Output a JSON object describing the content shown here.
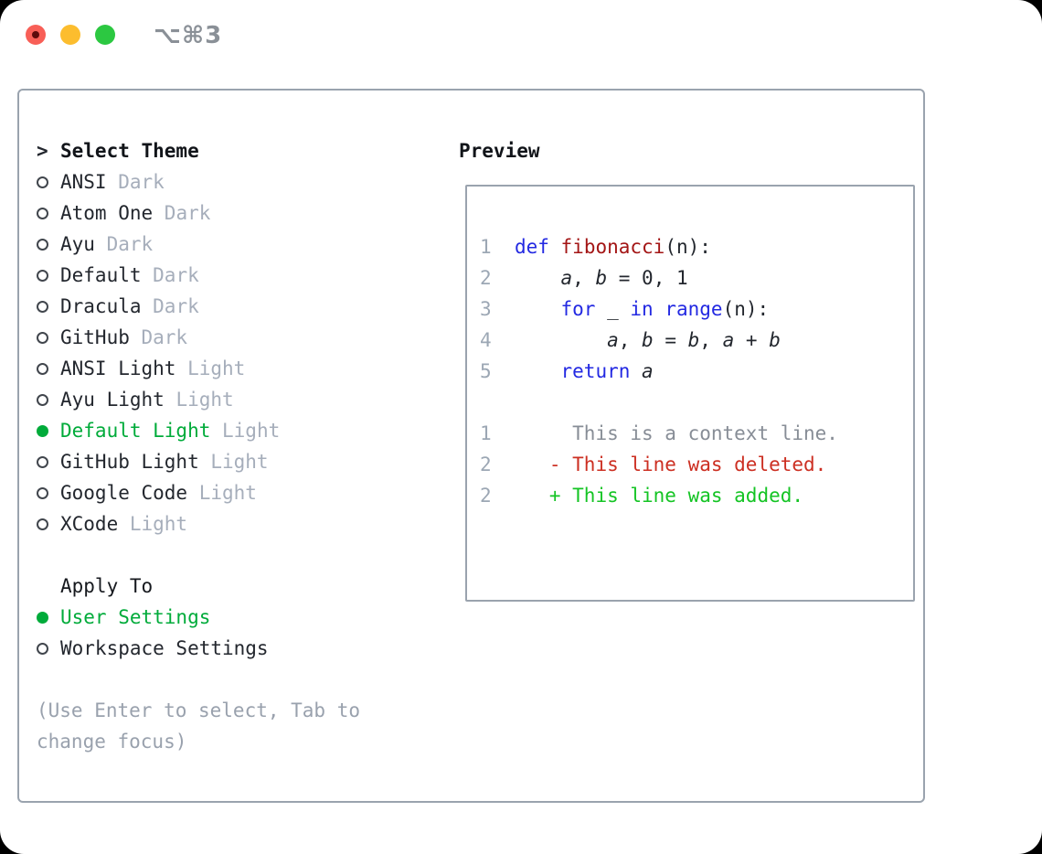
{
  "window": {
    "title": "⌥⌘3",
    "traffic_lights": [
      {
        "name": "close",
        "focused": true
      },
      {
        "name": "minimize",
        "focused": false
      },
      {
        "name": "zoom",
        "focused": false
      }
    ]
  },
  "theme_selector": {
    "header": {
      "prefix": ">",
      "label": "Select Theme"
    },
    "items": [
      {
        "name": "ANSI",
        "variant": "Dark",
        "selected": false
      },
      {
        "name": "Atom One",
        "variant": "Dark",
        "selected": false
      },
      {
        "name": "Ayu",
        "variant": "Dark",
        "selected": false
      },
      {
        "name": "Default",
        "variant": "Dark",
        "selected": false
      },
      {
        "name": "Dracula",
        "variant": "Dark",
        "selected": false
      },
      {
        "name": "GitHub",
        "variant": "Dark",
        "selected": false
      },
      {
        "name": "ANSI Light",
        "variant": "Light",
        "selected": false
      },
      {
        "name": "Ayu Light",
        "variant": "Light",
        "selected": false
      },
      {
        "name": "Default Light",
        "variant": "Light",
        "selected": true
      },
      {
        "name": "GitHub Light",
        "variant": "Light",
        "selected": false
      },
      {
        "name": "Google Code",
        "variant": "Light",
        "selected": false
      },
      {
        "name": "XCode",
        "variant": "Light",
        "selected": false
      }
    ]
  },
  "apply_to": {
    "header": "Apply To",
    "items": [
      {
        "label": "User Settings",
        "selected": true
      },
      {
        "label": "Workspace Settings",
        "selected": false
      }
    ]
  },
  "footer_hint": "(Use Enter to select, Tab to change focus)",
  "preview": {
    "header": "Preview",
    "code_lines": [
      {
        "num": "1",
        "tokens": [
          {
            "t": "def",
            "c": "kw"
          },
          {
            "t": " ",
            "c": ""
          },
          {
            "t": "fibonacci",
            "c": "fn"
          },
          {
            "t": "(n):",
            "c": ""
          }
        ]
      },
      {
        "num": "2",
        "tokens": [
          {
            "t": "    ",
            "c": ""
          },
          {
            "t": "a",
            "c": "var"
          },
          {
            "t": ", ",
            "c": ""
          },
          {
            "t": "b",
            "c": "var"
          },
          {
            "t": " = 0, 1",
            "c": ""
          }
        ]
      },
      {
        "num": "3",
        "tokens": [
          {
            "t": "    ",
            "c": ""
          },
          {
            "t": "for",
            "c": "kw"
          },
          {
            "t": " _ ",
            "c": ""
          },
          {
            "t": "in",
            "c": "kw"
          },
          {
            "t": " ",
            "c": ""
          },
          {
            "t": "range",
            "c": "kw"
          },
          {
            "t": "(n):",
            "c": ""
          }
        ]
      },
      {
        "num": "4",
        "tokens": [
          {
            "t": "        ",
            "c": ""
          },
          {
            "t": "a",
            "c": "var"
          },
          {
            "t": ", ",
            "c": ""
          },
          {
            "t": "b",
            "c": "var"
          },
          {
            "t": " = ",
            "c": ""
          },
          {
            "t": "b",
            "c": "var"
          },
          {
            "t": ", ",
            "c": ""
          },
          {
            "t": "a",
            "c": "var"
          },
          {
            "t": " + ",
            "c": ""
          },
          {
            "t": "b",
            "c": "var"
          }
        ]
      },
      {
        "num": "5",
        "tokens": [
          {
            "t": "    ",
            "c": ""
          },
          {
            "t": "return",
            "c": "kw"
          },
          {
            "t": " ",
            "c": ""
          },
          {
            "t": "a",
            "c": "var"
          }
        ]
      }
    ],
    "diff_lines": [
      {
        "num": "1",
        "kind": "context",
        "text": "     This is a context line."
      },
      {
        "num": "2",
        "kind": "deleted",
        "text": "   - This line was deleted."
      },
      {
        "num": "2",
        "kind": "added",
        "text": "   + This line was added."
      }
    ]
  },
  "colors": {
    "accent_green": "#00ab3a",
    "keyword_blue": "#2329e2",
    "function_red": "#a31515",
    "diff_red": "#cc2f22",
    "diff_green": "#14c424",
    "text_dark": "#23272e",
    "muted_gray": "#a6aebb",
    "hint_gray": "#99a1ad",
    "linenum_gray": "#9ca7b4",
    "context_gray": "#878d96",
    "border_gray": "#9aa3ae",
    "traffic_red": "#f85f57",
    "traffic_yellow": "#fcbd2e",
    "traffic_green": "#2cc841",
    "title_gray": "#8a9097"
  }
}
